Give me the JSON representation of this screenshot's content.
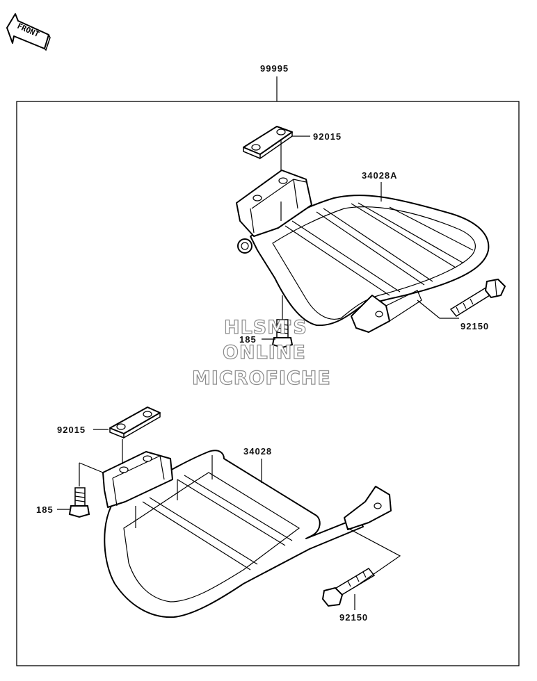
{
  "front_arrow": {
    "label": "FRONT",
    "icon": "front-arrow-icon"
  },
  "assembly": {
    "number": "99995"
  },
  "upper_rack": {
    "part": "34028A",
    "bracket_plate": "92015",
    "nut_bolt": "185",
    "long_bolt": "92150"
  },
  "lower_rack": {
    "part": "34028",
    "bracket_plate": "92015",
    "nut_bolt": "185",
    "long_bolt": "92150"
  },
  "watermark": {
    "line1": "HLSM'S",
    "line2": "ONLINE",
    "line3": "MICROFICHE"
  },
  "colors": {
    "line": "#000000",
    "background": "#ffffff",
    "watermark_outline": "#8a8a8a"
  }
}
